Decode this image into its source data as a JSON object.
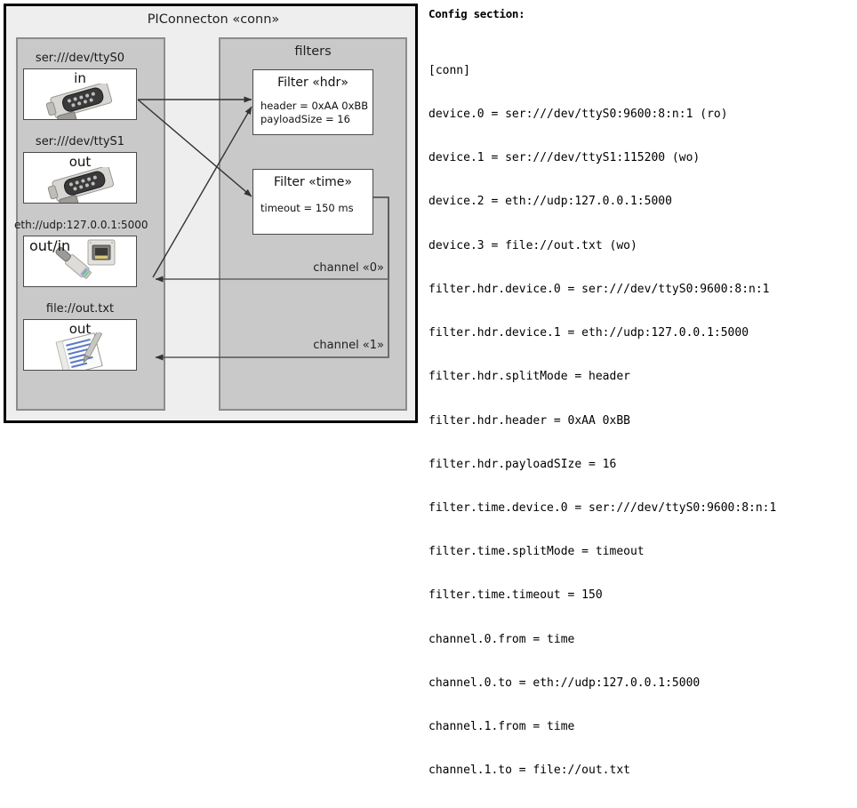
{
  "diagram": {
    "title": "PIConnecton «conn»",
    "devices_group": {
      "title": ""
    },
    "filters_group": {
      "title": "filters"
    },
    "devices": [
      {
        "label": "ser:///dev/ttyS0",
        "direction": "in",
        "icon": "serial-port-icon"
      },
      {
        "label": "ser:///dev/ttyS1",
        "direction": "out",
        "icon": "serial-port-icon"
      },
      {
        "label": "eth://udp:127.0.0.1:5000",
        "direction": "out/in",
        "icon": "ethernet-port-icon"
      },
      {
        "label": "file://out.txt",
        "direction": "out",
        "icon": "text-file-icon"
      }
    ],
    "filters": [
      {
        "title": "Filter «hdr»",
        "attributes": [
          "header = 0xAA 0xBB",
          "payloadSize = 16"
        ]
      },
      {
        "title": "Filter «time»",
        "attributes": [
          "timeout = 150 ms"
        ]
      }
    ],
    "channels": [
      {
        "label": "channel «0»"
      },
      {
        "label": "channel «1»"
      }
    ],
    "colors": {
      "frame_border": "#000000",
      "frame_fill": "#eeeeee",
      "group_fill": "#c9c9c9",
      "group_border": "#8c8c8c",
      "node_fill": "#ffffff",
      "node_border": "#4a4a4a",
      "edge": "#333333"
    }
  },
  "config": {
    "heading": "Config section:",
    "lines": [
      "[conn]",
      "device.0 = ser:///dev/ttyS0:9600:8:n:1 (ro)",
      "device.1 = ser:///dev/ttyS1:115200 (wo)",
      "device.2 = eth://udp:127.0.0.1:5000",
      "device.3 = file://out.txt (wo)",
      "filter.hdr.device.0 = ser:///dev/ttyS0:9600:8:n:1",
      "filter.hdr.device.1 = eth://udp:127.0.0.1:5000",
      "filter.hdr.splitMode = header",
      "filter.hdr.header = 0xAA 0xBB",
      "filter.hdr.payloadSIze = 16",
      "filter.time.device.0 = ser:///dev/ttyS0:9600:8:n:1",
      "filter.time.splitMode = timeout",
      "filter.time.timeout = 150",
      "channel.0.from = time",
      "channel.0.to = eth://udp:127.0.0.1:5000",
      "channel.1.from = time",
      "channel.1.to = file://out.txt"
    ]
  }
}
